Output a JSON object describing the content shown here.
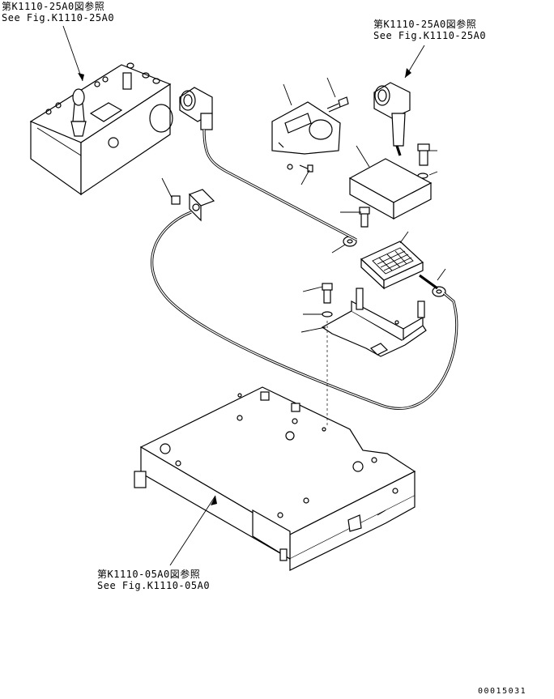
{
  "references": {
    "top_left": {
      "line1": "第K1110-25A0図参照",
      "line2": "See Fig.K1110-25A0"
    },
    "top_right": {
      "line1": "第K1110-25A0図参照",
      "line2": "See Fig.K1110-25A0"
    },
    "bottom": {
      "line1": "第K1110-05A0図参照",
      "line2": "See Fig.K1110-05A0"
    }
  },
  "drawing_number": "00015031"
}
